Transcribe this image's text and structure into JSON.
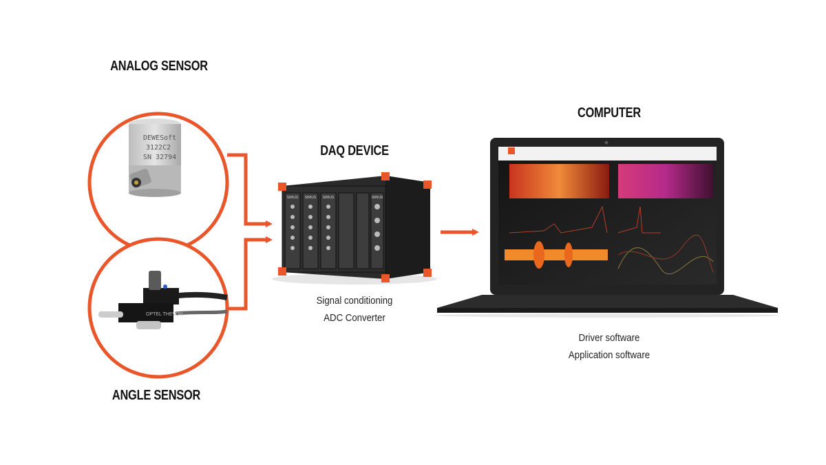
{
  "colors": {
    "accent": "#e8562a",
    "screen_bg": "#111111"
  },
  "analog_sensor": {
    "title": "ANALOG SENSOR",
    "product_lettering": [
      "DEWESoft",
      "3122C2",
      "SN 32794"
    ]
  },
  "angle_sensor": {
    "title": "ANGLE SENSOR",
    "product_lettering": "OPTEL THEVON"
  },
  "daq": {
    "title": "DAQ DEVICE",
    "lines": [
      "Signal conditioning",
      "ADC Converter"
    ],
    "module_lettering": "SIRIUS"
  },
  "computer": {
    "title": "COMPUTER",
    "lines": [
      "Driver software",
      "Application software"
    ]
  }
}
